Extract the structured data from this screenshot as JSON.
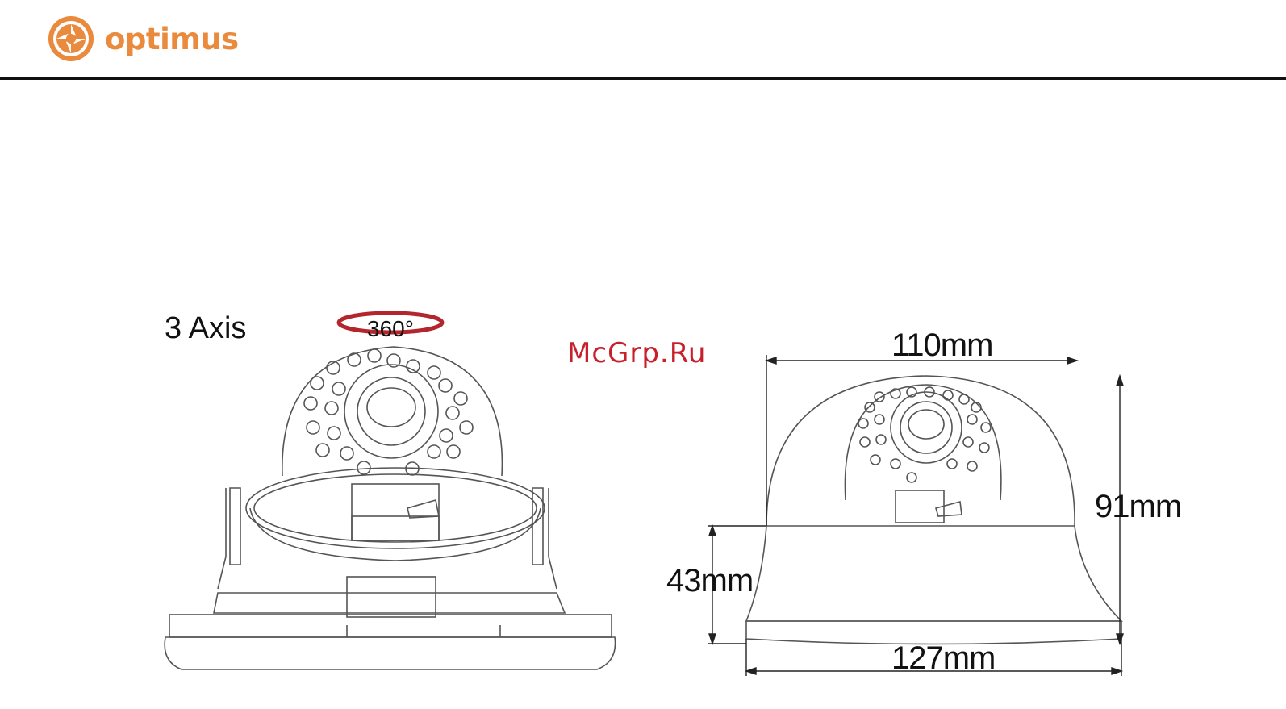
{
  "brand": {
    "name": "optimus",
    "color": "#e98a3c"
  },
  "watermark": "McGrp.Ru",
  "left_view": {
    "axis_label": "3 Axis",
    "rotation_label": "360°"
  },
  "dimensions": {
    "width_top": "110mm",
    "height_total": "91mm",
    "height_base": "43mm",
    "width_base": "127mm"
  },
  "colors": {
    "accent_red": "#c8202a",
    "line": "#555555"
  }
}
